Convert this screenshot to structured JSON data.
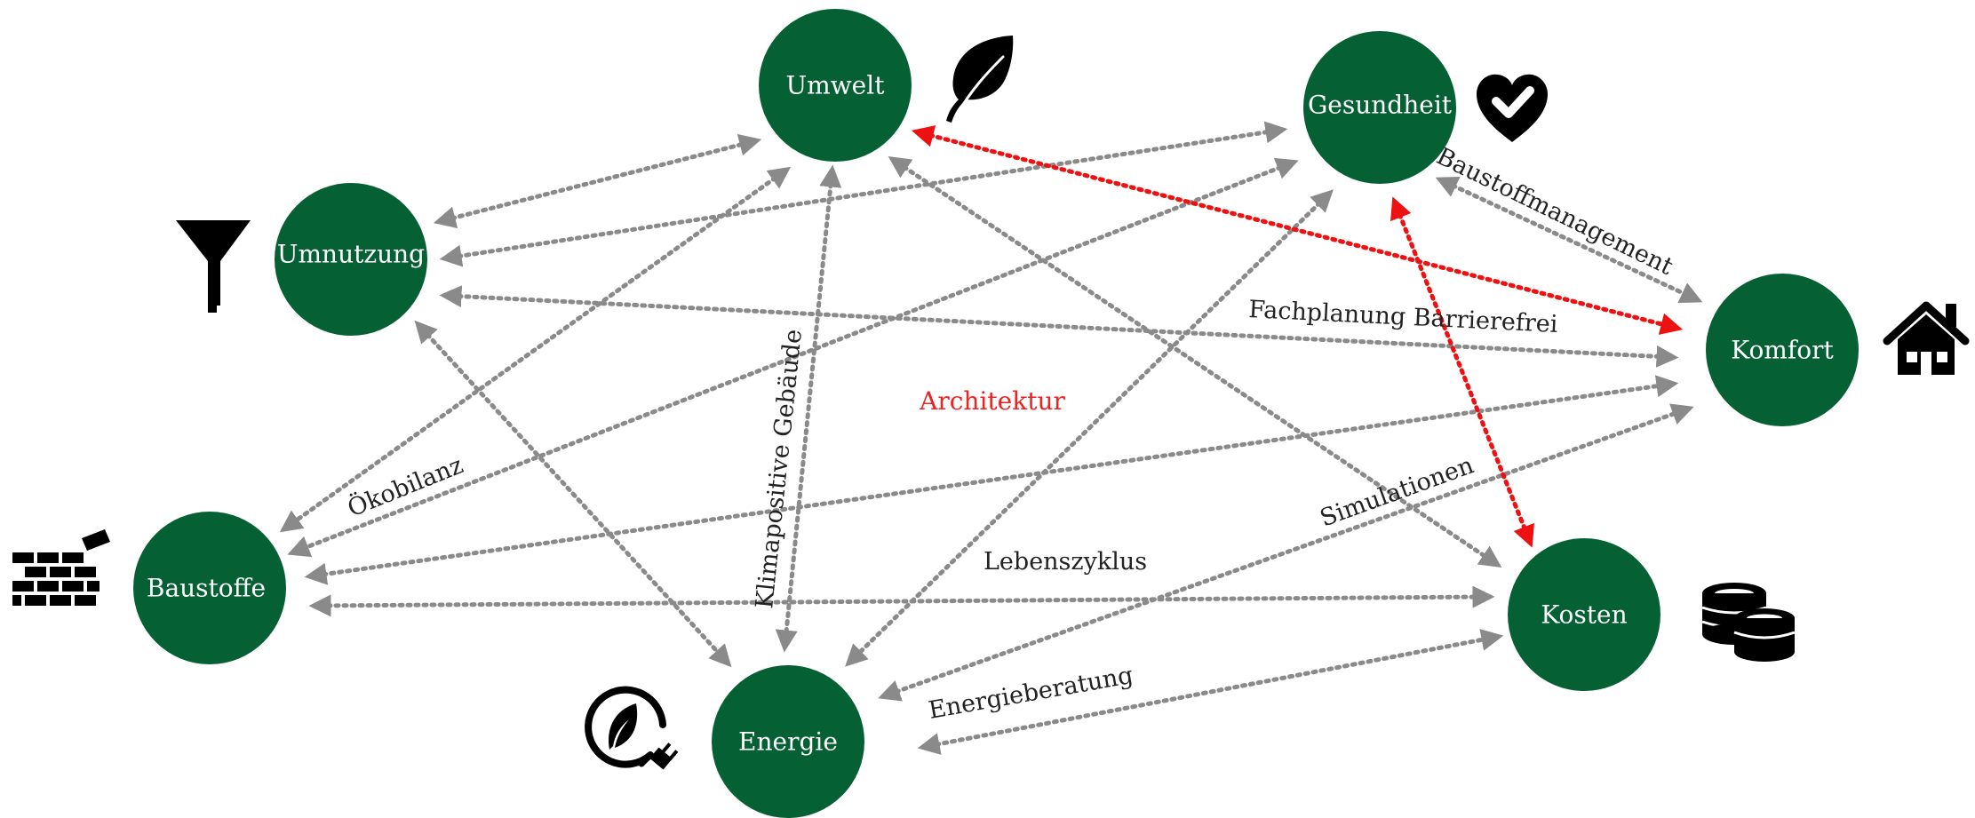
{
  "center_label": "Architektur",
  "nodes": {
    "umwelt": "Umwelt",
    "gesundheit": "Gesundheit",
    "umnutzung": "Umnutzung",
    "komfort": "Komfort",
    "baustoffe": "Baustoffe",
    "kosten": "Kosten",
    "energie": "Energie"
  },
  "edge_labels": {
    "baustoffmanagement": "Baustoffmanagement",
    "fachplanung": "Fachplanung Barrierefrei",
    "oekobilanz": "Ökobilanz",
    "klimapositive": "Klimapositive Gebäude",
    "lebenszyklus": "Lebenszyklus",
    "simulationen": "Simulationen",
    "energieberatung": "Energieberatung"
  },
  "icons": {
    "umwelt": "leaf-icon",
    "gesundheit": "heart-check-icon",
    "umnutzung": "funnel-icon",
    "komfort": "house-icon",
    "baustoffe": "brick-wall-icon",
    "kosten": "coins-icon",
    "energie": "eco-plug-icon"
  },
  "colors": {
    "node_fill": "#056133",
    "edge": "#8a8a8a",
    "highlight_edge": "#ee1111",
    "center_label": "#ee2222"
  }
}
